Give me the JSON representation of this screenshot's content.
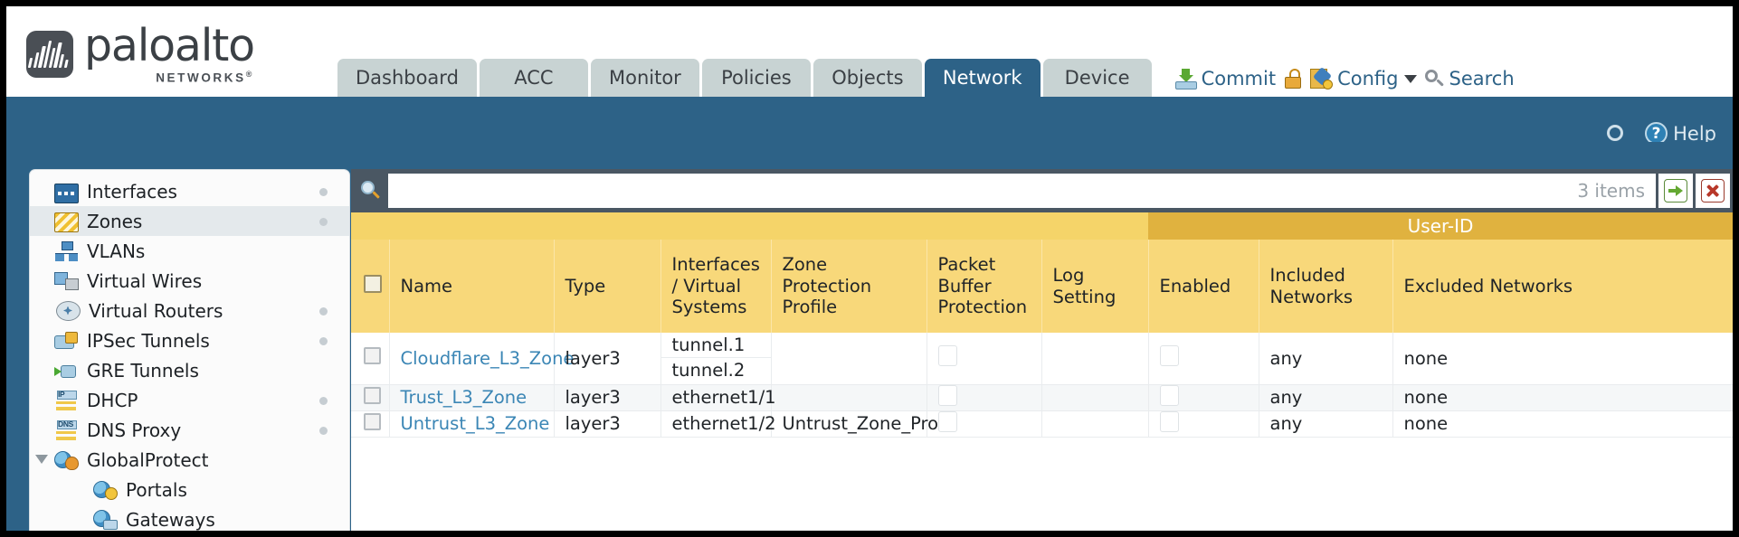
{
  "brand": {
    "name": "paloalto",
    "tagline": "NETWORKS",
    "registered": "®"
  },
  "nav": {
    "tabs": [
      {
        "label": "Dashboard",
        "active": false
      },
      {
        "label": "ACC",
        "active": false
      },
      {
        "label": "Monitor",
        "active": false
      },
      {
        "label": "Policies",
        "active": false
      },
      {
        "label": "Objects",
        "active": false
      },
      {
        "label": "Network",
        "active": true
      },
      {
        "label": "Device",
        "active": false
      }
    ]
  },
  "top_actions": {
    "commit": "Commit",
    "config": "Config",
    "search": "Search",
    "lock_icon": "lock-icon",
    "commit_icon": "commit-icon",
    "config_icon": "config-icon",
    "search_icon": "search-icon",
    "caret_icon": "chevron-down-icon"
  },
  "blue_band": {
    "refresh_icon": "refresh-icon",
    "help_label": "Help",
    "help_glyph": "?"
  },
  "sidebar": {
    "items": [
      {
        "label": "Interfaces",
        "icon": "interfaces-icon",
        "selected": false,
        "dot": true,
        "child": false,
        "expander": false
      },
      {
        "label": "Zones",
        "icon": "zones-icon",
        "selected": true,
        "dot": true,
        "child": false,
        "expander": false
      },
      {
        "label": "VLANs",
        "icon": "vlans-icon",
        "selected": false,
        "dot": false,
        "child": false,
        "expander": false
      },
      {
        "label": "Virtual Wires",
        "icon": "virtual-wires-icon",
        "selected": false,
        "dot": false,
        "child": false,
        "expander": false
      },
      {
        "label": "Virtual Routers",
        "icon": "virtual-routers-icon",
        "selected": false,
        "dot": true,
        "child": false,
        "expander": false
      },
      {
        "label": "IPSec Tunnels",
        "icon": "ipsec-tunnels-icon",
        "selected": false,
        "dot": true,
        "child": false,
        "expander": false
      },
      {
        "label": "GRE Tunnels",
        "icon": "gre-tunnels-icon",
        "selected": false,
        "dot": false,
        "child": false,
        "expander": false
      },
      {
        "label": "DHCP",
        "icon": "dhcp-icon",
        "selected": false,
        "dot": true,
        "child": false,
        "expander": false,
        "badge": "IP"
      },
      {
        "label": "DNS Proxy",
        "icon": "dns-proxy-icon",
        "selected": false,
        "dot": true,
        "child": false,
        "expander": false,
        "badge": "DNS"
      },
      {
        "label": "GlobalProtect",
        "icon": "globalprotect-icon",
        "selected": false,
        "dot": false,
        "child": false,
        "expander": true
      },
      {
        "label": "Portals",
        "icon": "portals-icon",
        "selected": false,
        "dot": false,
        "child": true,
        "expander": false
      },
      {
        "label": "Gateways",
        "icon": "gateways-icon",
        "selected": false,
        "dot": false,
        "child": true,
        "expander": false
      }
    ]
  },
  "search": {
    "value": "",
    "placeholder": "",
    "item_count": "3 items",
    "magnifier_icon": "search-icon",
    "go_icon": "apply-filter-icon",
    "clear_icon": "clear-filter-icon"
  },
  "table": {
    "group_headers": [
      {
        "label": "",
        "span": 7
      },
      {
        "label": "User-ID",
        "span": 3
      }
    ],
    "columns": [
      "Name",
      "Type",
      "Interfaces / Virtual Systems",
      "Zone Protection Profile",
      "Packet Buffer Protection",
      "Log Setting",
      "Enabled",
      "Included Networks",
      "Excluded Networks"
    ],
    "rows": [
      {
        "name": "Cloudflare_L3_Zone",
        "type": "layer3",
        "interfaces": [
          "tunnel.1",
          "tunnel.2"
        ],
        "zone_protection_profile": "",
        "packet_buffer_protection": false,
        "log_setting": "",
        "userid_enabled": false,
        "included_networks": "any",
        "excluded_networks": "none",
        "alt": false,
        "tall": true
      },
      {
        "name": "Trust_L3_Zone",
        "type": "layer3",
        "interfaces": [
          "ethernet1/1"
        ],
        "zone_protection_profile": "",
        "packet_buffer_protection": false,
        "log_setting": "",
        "userid_enabled": false,
        "included_networks": "any",
        "excluded_networks": "none",
        "alt": true,
        "tall": false
      },
      {
        "name": "Untrust_L3_Zone",
        "type": "layer3",
        "interfaces": [
          "ethernet1/2"
        ],
        "zone_protection_profile": "Untrust_Zone_Prof",
        "packet_buffer_protection": false,
        "log_setting": "",
        "userid_enabled": false,
        "included_networks": "any",
        "excluded_networks": "none",
        "alt": false,
        "tall": false
      }
    ]
  },
  "colors": {
    "brand_blue": "#2d6287",
    "tab_inactive": "#c8d3d3",
    "header_yellow": "#f8d87a",
    "group_yellow": "#e0b23f",
    "link_blue": "#3b86b5",
    "searchbar_slate": "#4a5763"
  }
}
